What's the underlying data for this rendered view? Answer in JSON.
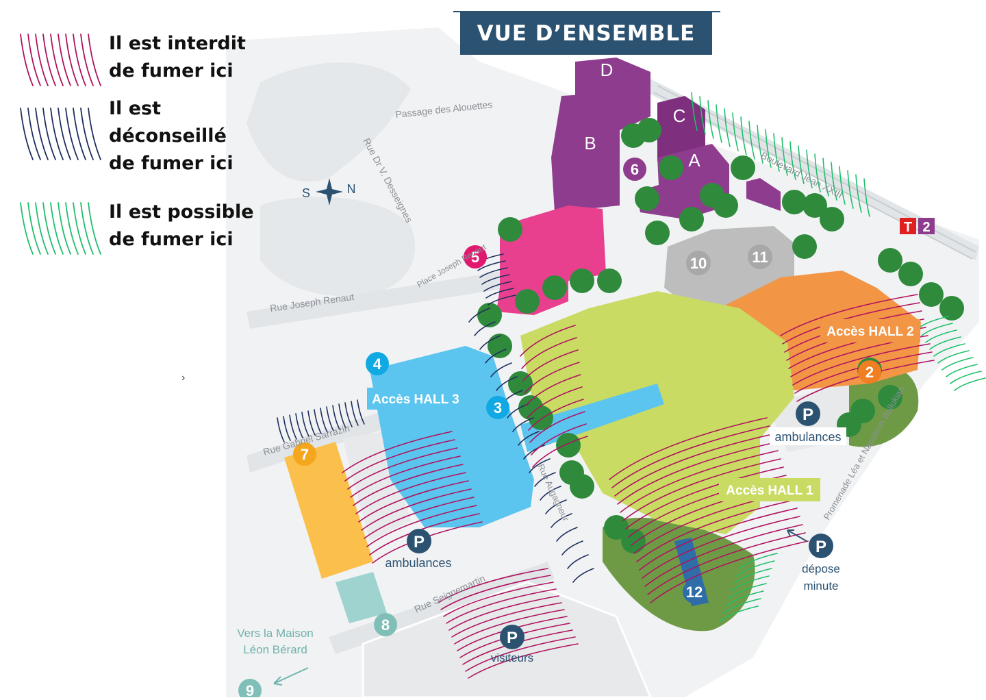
{
  "title": "VUE D’ENSEMBLE",
  "legend": [
    {
      "lines": [
        "Il est interdit",
        "de fumer ici"
      ],
      "color": "#b0125f"
    },
    {
      "lines": [
        "Il est",
        "déconseillé",
        "de fumer ici"
      ],
      "color": "#1f2f5e"
    },
    {
      "lines": [
        "Il est possible",
        "de fumer ici"
      ],
      "color": "#1fbf6a"
    }
  ],
  "compass": {
    "s": "S",
    "n": "N"
  },
  "streets": {
    "passage_alouettes": "Passage des Alouettes",
    "rue_desseignes": "Rue Dr V. Desseignes",
    "rue_renaut": "Rue Joseph Renaut",
    "place_renaut": "Place Joseph Renaut",
    "rue_sarrazin": "Rue Gabriel Sarrazin",
    "rue_seignemartin": "Rue Seignemartin",
    "bd_jean": "Boulevard Jean XXIII",
    "promenade": "Promenade Léa et Napoléon Bullukian",
    "rue_augagneur": "Rue Augagneur"
  },
  "buildings": {
    "a": "A",
    "b": "B",
    "c": "C",
    "d": "D"
  },
  "markers": {
    "m2": "2",
    "m3": "3",
    "m4": "4",
    "m5": "5",
    "m6": "6",
    "m7": "7",
    "m8": "8",
    "m9": "9",
    "m10": "10",
    "m11": "11",
    "m12": "12"
  },
  "access": {
    "hall1": "Accès HALL 1",
    "hall2": "Accès HALL 2",
    "hall3": "Accès HALL 3"
  },
  "parking": {
    "p_symbol": "P",
    "amb_east": "ambulances",
    "amb_west": "ambulances",
    "visiteurs": "visiteurs",
    "depose_1": "dépose",
    "depose_2": "minute"
  },
  "transit": {
    "tram": "T",
    "line": "2"
  },
  "directions": {
    "maison_1": "Vers la Maison",
    "maison_2": "Léon Bérard"
  },
  "colors": {
    "purple": "#8e3c8d",
    "pink": "#e8408f",
    "lime": "#c9db63",
    "blue": "#5bc5ef",
    "orange": "#f29646",
    "yellow": "#fbbf4b",
    "grey": "#bdbdbd",
    "teal": "#9fd3cf",
    "tree": "#2f8a3c",
    "road": "#eceeef",
    "navy": "#2c5272"
  }
}
